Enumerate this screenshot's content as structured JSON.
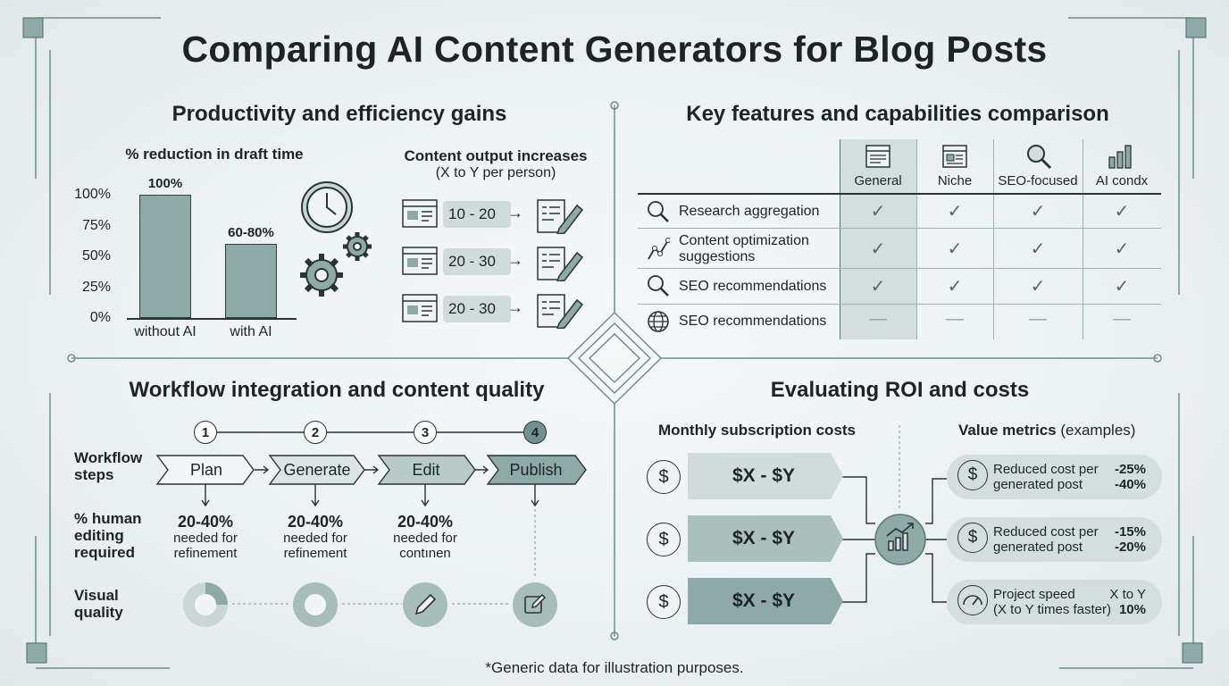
{
  "title": "Comparing AI Content Generators for Blog Posts",
  "footnote": "*Generic data for illustration purposes.",
  "productivity": {
    "heading": "Productivity and efficiency gains",
    "chart_title": "% reduction in draft time",
    "output_title": "Content output increases",
    "output_subtitle": "(X to Y per person)",
    "output_rows": [
      "10 - 20",
      "20 - 30",
      "20 - 30"
    ]
  },
  "chart_data": {
    "type": "bar",
    "title": "% reduction in draft time",
    "categories": [
      "without AI",
      "with AI"
    ],
    "values": [
      100,
      60
    ],
    "data_labels": [
      "100%",
      "60-80%"
    ],
    "yticks": [
      "100%",
      "75%",
      "50%",
      "25%",
      "0%"
    ],
    "ylim": [
      0,
      100
    ],
    "color": "#8eaaa7"
  },
  "features": {
    "heading": "Key features and capabilities comparison",
    "columns": [
      {
        "label": "General",
        "icon": "browser-window-icon"
      },
      {
        "label": "Niche",
        "icon": "document-layout-icon"
      },
      {
        "label": "SEO-focused",
        "icon": "magnifier-icon"
      },
      {
        "label": "AI condx",
        "icon": "bar-chart-icon"
      }
    ],
    "rows": [
      {
        "label": "Research aggregation",
        "icon": "magnifier-icon",
        "marks": [
          "✓",
          "✓",
          "✓",
          "✓"
        ]
      },
      {
        "label": "Content optimization suggestions",
        "label_line1": "Content optimization",
        "label_line2": "suggestions",
        "icon": "trend-line-icon",
        "marks": [
          "✓",
          "✓",
          "✓",
          "✓"
        ]
      },
      {
        "label": "SEO recommendations",
        "icon": "magnifier-icon",
        "marks": [
          "✓",
          "✓",
          "✓",
          "✓"
        ]
      },
      {
        "label": "SEO recommendations",
        "icon": "globe-icon",
        "marks": [
          "—",
          "—",
          "—",
          "—"
        ]
      }
    ]
  },
  "workflow": {
    "heading": "Workflow integration and content quality",
    "row_labels": {
      "steps_1": "Workflow",
      "steps_2": "steps",
      "edit_1": "% human",
      "edit_2": "editing",
      "edit_3": "required",
      "vis_1": "Visual",
      "vis_2": "quality"
    },
    "steps": [
      {
        "num": "1",
        "label": "Plan",
        "pct": "20-40%",
        "note1": "needed for",
        "note2": "refinement"
      },
      {
        "num": "2",
        "label": "Generate",
        "pct": "20-40%",
        "note1": "needed for",
        "note2": "refinement"
      },
      {
        "num": "3",
        "label": "Edit",
        "pct": "20-40%",
        "note1": "needed for",
        "note2": "contınen"
      },
      {
        "num": "4",
        "label": "Publish",
        "pct": "",
        "note1": "",
        "note2": ""
      }
    ]
  },
  "roi": {
    "heading": "Evaluating ROI and costs",
    "costs_title": "Monthly subscription costs",
    "costs": [
      "$X - $Y",
      "$X - $Y",
      "$X - $Y"
    ],
    "value_title": "Value metrics",
    "value_title_suffix": "(examples)",
    "metrics": [
      {
        "line1": "Reduced cost per",
        "line2": "generated post",
        "v1": "-25%",
        "v2": "-40%",
        "icon": "dollar-icon"
      },
      {
        "line1": "Reduced cost per",
        "line2": "generated post",
        "v1": "-15%",
        "v2": "-20%",
        "icon": "dollar-icon"
      },
      {
        "line1": "Project speed",
        "line2": "(X to Y times faster)",
        "v1": "X to Y",
        "v2": "10%",
        "icon": "speedometer-icon"
      }
    ]
  },
  "colors": {
    "accent": "#8eaaa7",
    "dark_teal": "#6f928e",
    "light_teal": "#cfdcda",
    "ink": "#1d2424"
  }
}
